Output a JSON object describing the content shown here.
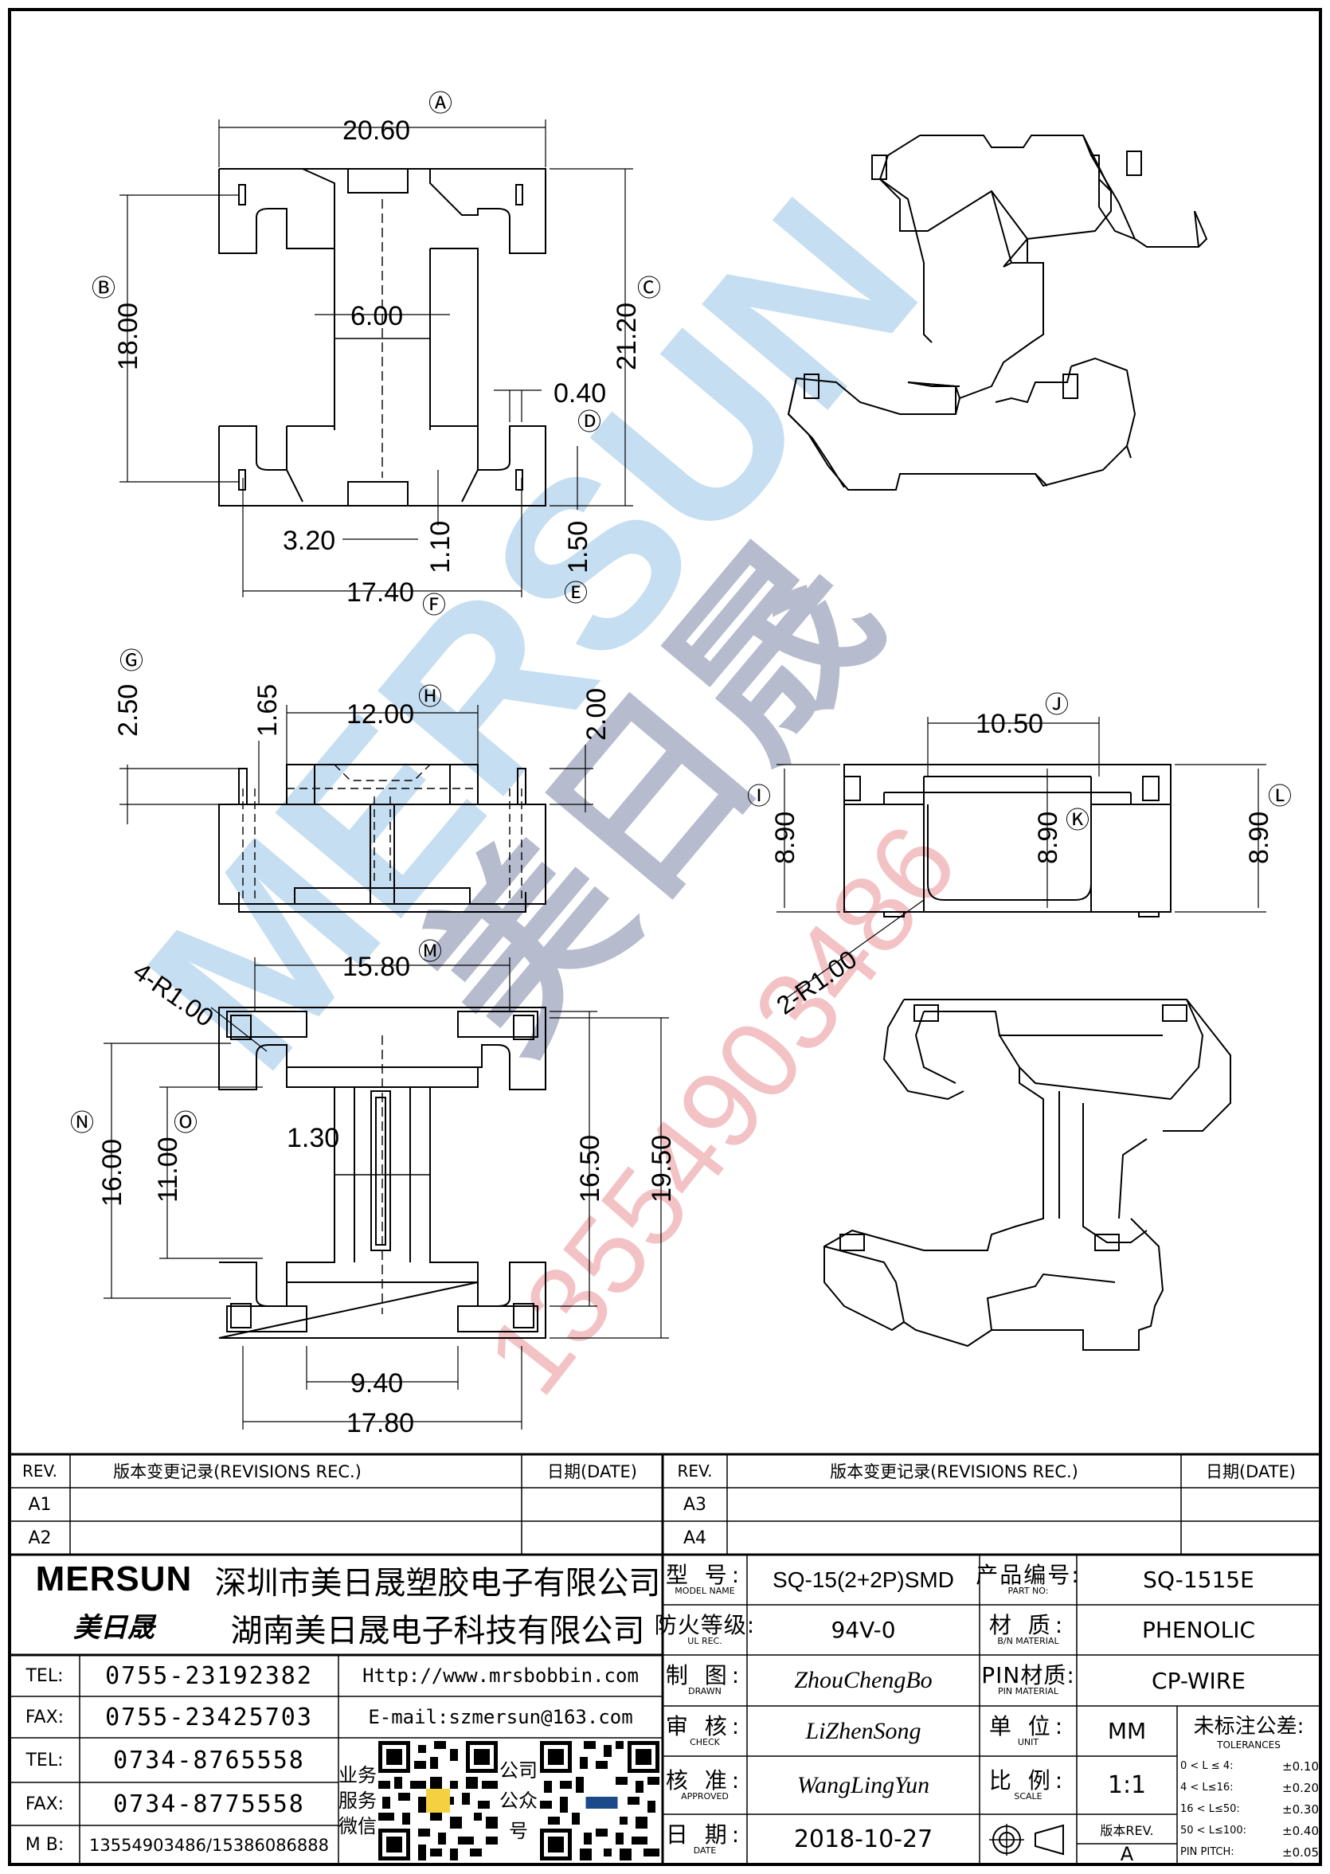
{
  "watermark": {
    "brand": "MERSUN",
    "brand_cn": "美日晟",
    "phone": "13554903486",
    "colors": {
      "blue": "#b8d8ef",
      "navy": "#a8aec4",
      "red": "#f0b6b8"
    }
  },
  "dimension_labels": {
    "A": "Ⓐ",
    "B": "Ⓑ",
    "C": "Ⓒ",
    "D": "Ⓓ",
    "E": "Ⓔ",
    "F": "Ⓕ",
    "G": "Ⓖ",
    "H": "Ⓗ",
    "I": "Ⓘ",
    "J": "Ⓙ",
    "K": "Ⓚ",
    "L": "Ⓛ",
    "M": "Ⓜ",
    "N": "Ⓝ",
    "O": "Ⓞ"
  },
  "top_view_dims": {
    "width_a": "20.60",
    "height_b": "18.00",
    "height_c": "21.20",
    "core": "6.00",
    "d": "0.40",
    "f": "3.20",
    "f2": "1.10",
    "e": "1.50",
    "pins": "17.40"
  },
  "side_view_dims": {
    "g": "2.50",
    "g2": "1.65",
    "h": "12.00",
    "h2": "2.00",
    "j": "10.50",
    "i": "8.90",
    "k": "8.90",
    "l": "8.90",
    "radius": "2-R1.00"
  },
  "bottom_view_dims": {
    "m": "15.80",
    "radius": "4-R1.00",
    "n": "16.00",
    "o": "11.00",
    "slot": "1.30",
    "r": "16.50",
    "s": "19.50",
    "pad_pitch": "9.40",
    "pad_span": "17.80"
  },
  "revisions_left": {
    "headers": [
      "REV.",
      "版本变更记录(REVISIONS REC.)",
      "日期(DATE)"
    ],
    "rows": [
      "A1",
      "A2"
    ]
  },
  "revisions_right": {
    "headers": [
      "REV.",
      "版本变更记录(REVISIONS REC.)",
      "日期(DATE)"
    ],
    "rows": [
      "A3",
      "A4"
    ]
  },
  "company": {
    "logo": "MERSUN",
    "logo_cn": "美日晟",
    "name_sz": "深圳市美日晟塑胶电子有限公司",
    "name_hn": "湖南美日晟电子科技有限公司",
    "contacts": [
      {
        "label": "TEL:",
        "value": "0755-23192382"
      },
      {
        "label": "FAX:",
        "value": "0755-23425703"
      },
      {
        "label": "TEL:",
        "value": "0734-8765558"
      },
      {
        "label": "FAX:",
        "value": "0734-8775558"
      },
      {
        "label": "M B:",
        "value": "13554903486/15386086888"
      }
    ],
    "website": "Http://www.mrsbobbin.com",
    "email": "E-mail:szmersun@163.com",
    "qr_wechat_label": "业务服务微信",
    "qr_public_label": "公司公众号"
  },
  "spec": {
    "model_cn": "型 号:",
    "model_en": "MODEL NAME",
    "model": "SQ-15(2+2P)SMD",
    "part_cn": "产品编号:",
    "part_en": "PART NO:",
    "part": "SQ-1515E",
    "ul_cn": "防火等级:",
    "ul_en": "UL REC.",
    "ul": "94V-0",
    "mat_cn": "材 质:",
    "mat_en": "B/N MATERIAL",
    "mat": "PHENOLIC",
    "drawn_cn": "制 图:",
    "drawn_en": "DRAWN",
    "drawn": "ZhouChengBo",
    "pin_cn": "PIN材质:",
    "pin_en": "PIN MATERIAL",
    "pin": "CP-WIRE",
    "check_cn": "审 核:",
    "check_en": "CHECK",
    "check": "LiZhenSong",
    "unit_cn": "单 位:",
    "unit_en": "UNIT",
    "unit": "MM",
    "approved_cn": "核 准:",
    "approved_en": "APPROVED",
    "approved": "WangLingYun",
    "scale_cn": "比 例:",
    "scale_en": "SCALE",
    "scale": "1:1",
    "date_cn": "日 期:",
    "date_en": "DATE",
    "date": "2018-10-27",
    "rev_cn": "版本REV.",
    "rev": "A"
  },
  "tolerances": {
    "title_cn": "未标注公差:",
    "title_en": "TOLERANCES",
    "rows": [
      {
        "range": "0 < L ≤ 4:",
        "value": "±0.10"
      },
      {
        "range": "4 < L≤16:",
        "value": "±0.20"
      },
      {
        "range": "16 < L≤50:",
        "value": "±0.30"
      },
      {
        "range": "50 < L≤100:",
        "value": "±0.40"
      },
      {
        "range": "PIN PITCH:",
        "value": "±0.05"
      }
    ]
  }
}
